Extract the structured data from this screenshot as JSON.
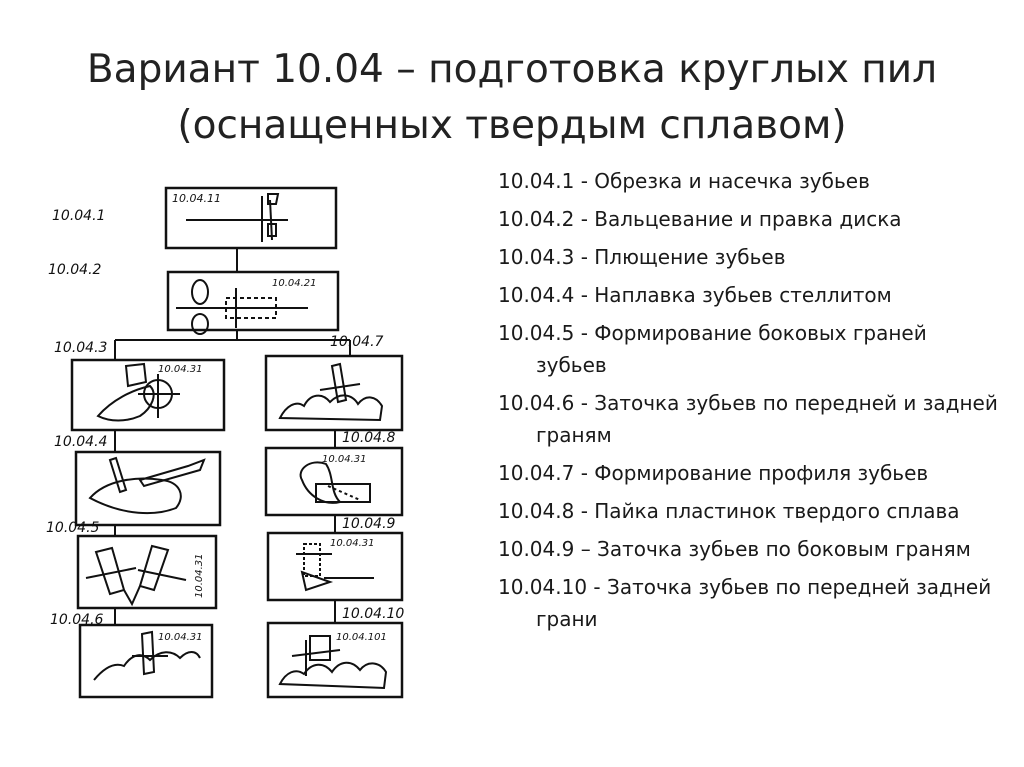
{
  "title": {
    "line1": "Вариант 10.04 – подготовка круглых пил",
    "line2": "(оснащенных твердым сплавом)"
  },
  "diagram": {
    "left_labels": [
      "10.04.1",
      "10.04.2",
      "10.04.3",
      "10.04.4",
      "10.04.5",
      "10.04.6"
    ],
    "right_labels": [
      "10.04.7",
      "10.04.8",
      "10.04.9",
      "10.04.10"
    ],
    "box_labels": {
      "b1": "10.04.11",
      "b2": "10.04.21",
      "b3": "10.04.31",
      "b4": "",
      "b5": "10.04.31",
      "b6": "10.04.31",
      "b8": "10.04.31",
      "b9": "10.04.31",
      "b10": "10.04.101"
    }
  },
  "steps": [
    "10.04.1 - Обрезка и насечка зубьев",
    "10.04.2 - Вальцевание и правка диска",
    "10.04.3 - Плющение зубьев",
    "10.04.4 - Наплавка зубьев стеллитом",
    "10.04.5 - Формирование боковых граней зубьев",
    "10.04.6 - Заточка зубьев по передней и задней граням",
    "10.04.7 - Формирование профиля зубьев",
    "10.04.8 - Пайка пластинок твердого сплава",
    "10.04.9 – Заточка зубьев по боковым граням",
    "10.04.10 - Заточка зубьев по передней задней грани"
  ]
}
